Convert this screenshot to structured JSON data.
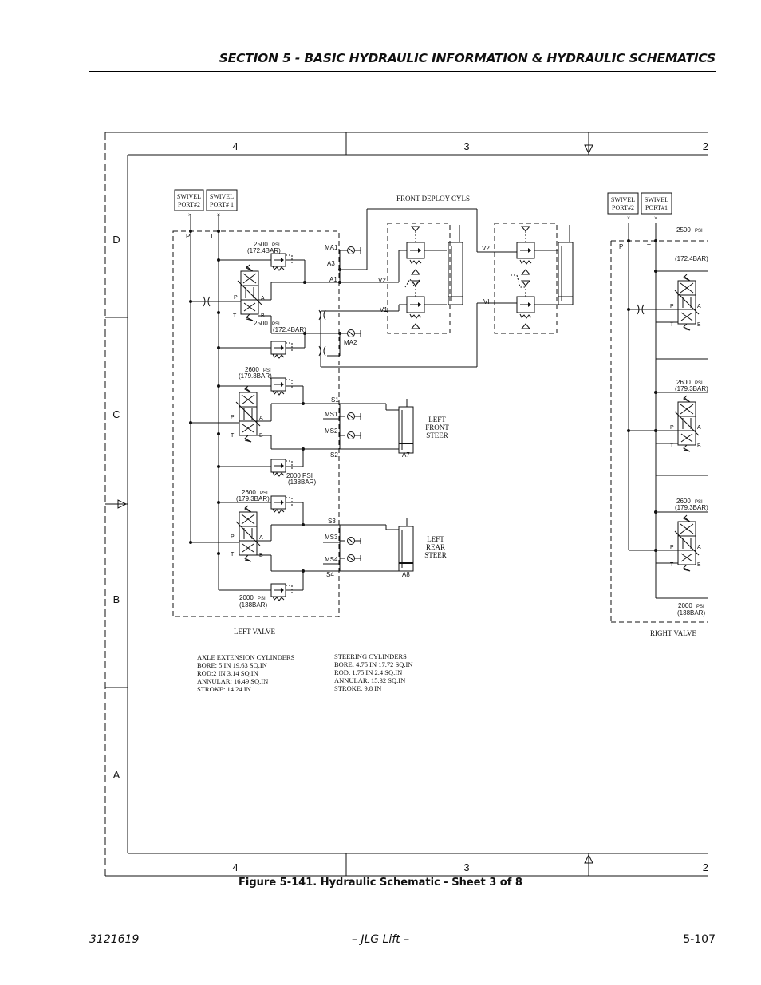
{
  "header": {
    "section_title": "SECTION 5 - BASIC HYDRAULIC INFORMATION & HYDRAULIC SCHEMATICS"
  },
  "footer": {
    "doc_number": "3121619",
    "brand": "– JLG Lift –",
    "page_number": "5-107"
  },
  "figure": {
    "caption": "Figure 5-141.  Hydraulic Schematic - Sheet 3 of 8"
  },
  "frame": {
    "columns_top": [
      "4",
      "3",
      "2"
    ],
    "columns_bottom": [
      "4",
      "3",
      "2"
    ],
    "rows": [
      "D",
      "C",
      "B",
      "A"
    ]
  },
  "left_valve": {
    "title": "LEFT VALVE",
    "swivel_port2": [
      "SWIVEL",
      "PORT#2"
    ],
    "swivel_port1": [
      "SWIVEL",
      "PORT# 1"
    ],
    "port_p": "P",
    "port_t": "T",
    "relief_a3_psi": "2500",
    "relief_a3_bar": "(172.4BAR)",
    "relief_a1_psi": "2500",
    "relief_a1_bar": "(172.4BAR)",
    "relief_s1_psi": "2600",
    "relief_s1_bar": "(179.3BAR)",
    "relief_s2_psi": "2000 PSI",
    "relief_s2_bar": "(138BAR)",
    "relief_s3_psi": "2600",
    "relief_s3_bar": "(179.3BAR)",
    "relief_s4_psi": "2000",
    "relief_s4_bar": "(138BAR)",
    "psi_unit": "PSI",
    "ports": {
      "ma1": "MA1",
      "a3": "A3",
      "a1": "A1",
      "ma2": "MA2",
      "s1": "S1",
      "ms1": "MS1",
      "ms2": "MS2",
      "s2": "S2",
      "s3": "S3",
      "ms3": "MS3",
      "ms4": "MS4",
      "s4": "S4"
    },
    "spool_a": "A",
    "spool_b": "B",
    "spool_p": "P",
    "spool_t": "T"
  },
  "front_deploy": {
    "title": "FRONT DEPLOY CYLS",
    "v2_left": "V2",
    "v1_left": "V1",
    "v2_right": "V2",
    "v1_right": "VI"
  },
  "steer": {
    "left_front": [
      "LEFT",
      "FRONT",
      "STEER"
    ],
    "left_front_port": "A7",
    "left_rear": [
      "LEFT",
      "REAR",
      "STEER"
    ],
    "left_rear_port": "A8"
  },
  "right_valve": {
    "title": "RIGHT VALVE",
    "swivel_port2": [
      "SWIVEL",
      "PORT#2"
    ],
    "swivel_port1": [
      "SWIVEL",
      "PORT#1"
    ],
    "port_p": "P",
    "port_t": "T",
    "relief1_psi": "2500",
    "relief1_bar": "(172.4BAR)",
    "relief2_psi": "2600",
    "relief2_bar": "(179.3BAR)",
    "relief3_psi": "2600",
    "relief3_bar": "(179.3BAR)",
    "relief4_psi": "2000",
    "relief4_bar": "(138BAR)"
  },
  "notes": {
    "axle": [
      "AXLE EXTENSION CYLINDERS",
      "BORE: 5 IN 19.63 SQ.IN",
      "ROD:2 IN  3.14 SQ.IN",
      "ANNULAR: 16.49 SQ.IN",
      "STROKE: 14.24 IN"
    ],
    "steering": [
      "STEERING CYLINDERS",
      "BORE: 4.75 IN 17.72 SQ.IN",
      "ROD:  1.75 IN 2.4 SQ.IN",
      "ANNULAR: 15.32 SQ.IN",
      "STROKE: 9.8 IN"
    ]
  }
}
